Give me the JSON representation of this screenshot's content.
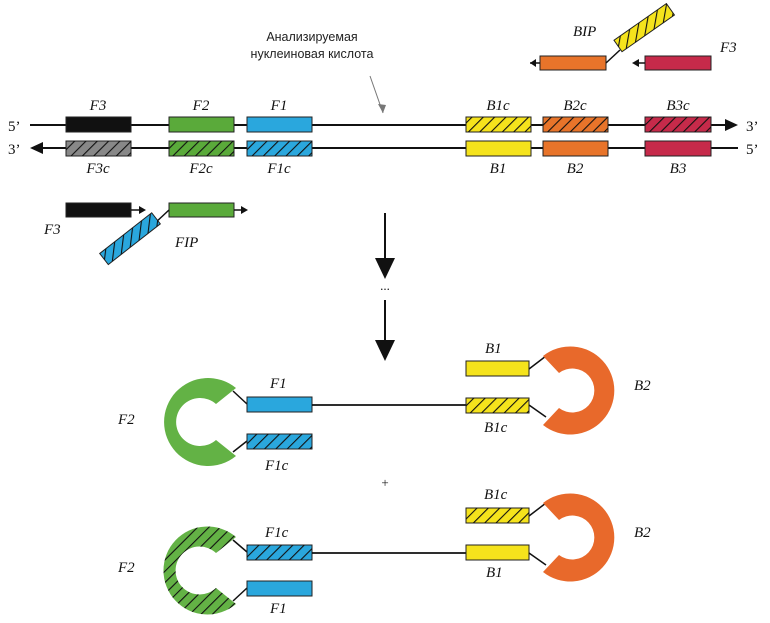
{
  "caption": {
    "line1": "Анализируемая",
    "line2": "нуклеиновая кислота"
  },
  "strand_ends": {
    "top_left": "5’",
    "top_right": "3’",
    "bottom_left": "3’",
    "bottom_right": "5’"
  },
  "top_strand_labels": [
    "F3",
    "F2",
    "F1",
    "B1c",
    "B2c",
    "B3c"
  ],
  "bottom_strand_labels": [
    "F3c",
    "F2c",
    "F1c",
    "B1",
    "B2",
    "B3"
  ],
  "bip_primer": {
    "label": "BIP",
    "outer_label": "F3"
  },
  "fip_primer": {
    "label": "FIP",
    "outer_label": "F3"
  },
  "ellipsis": "...",
  "plus": "+",
  "product1": {
    "left_loop": "F2",
    "left_top": "F1",
    "left_bottom": "F1c",
    "right_top": "B1",
    "right_bottom": "B1c",
    "right_loop": "B2"
  },
  "product2": {
    "left_loop": "F2",
    "left_top": "F1c",
    "left_bottom": "F1",
    "right_top": "B1c",
    "right_bottom": "B1",
    "right_loop": "B2"
  },
  "colors": {
    "black": "#111111",
    "gray": "#888888",
    "green": "#5aaa3a",
    "cyan": "#2aa7dd",
    "yellow": "#f5e31c",
    "orange": "#e8742a",
    "crimson": "#c62a4a",
    "loop_green": "#63b245",
    "loop_orange": "#e8692b"
  }
}
